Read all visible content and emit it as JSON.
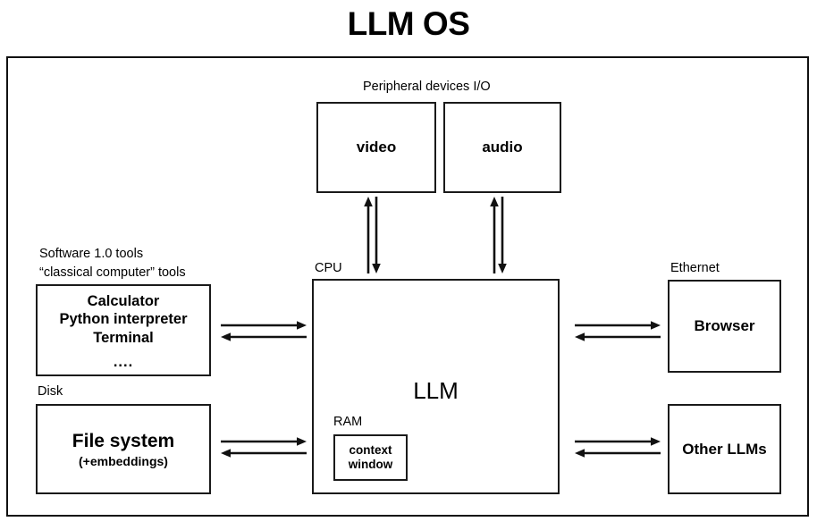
{
  "title": "LLM OS",
  "peripherals": {
    "label": "Peripheral devices I/O",
    "devices": [
      {
        "name": "video"
      },
      {
        "name": "audio"
      }
    ]
  },
  "software_tools": {
    "caption_line1": "Software 1.0 tools",
    "caption_line2": "“classical computer” tools",
    "items": [
      "Calculator",
      "Python interpreter",
      "Terminal",
      "...."
    ]
  },
  "disk": {
    "label": "Disk",
    "title": "File system",
    "subtitle": "(+embeddings)"
  },
  "cpu": {
    "label": "CPU",
    "core": "LLM",
    "ram": {
      "label": "RAM",
      "line1": "context",
      "line2": "window"
    }
  },
  "network": {
    "label": "Ethernet",
    "browser": "Browser",
    "other_llms": "Other LLMs"
  },
  "colors": {
    "stroke": "#1a1a1a",
    "background": "#ffffff",
    "text": "#000000"
  }
}
